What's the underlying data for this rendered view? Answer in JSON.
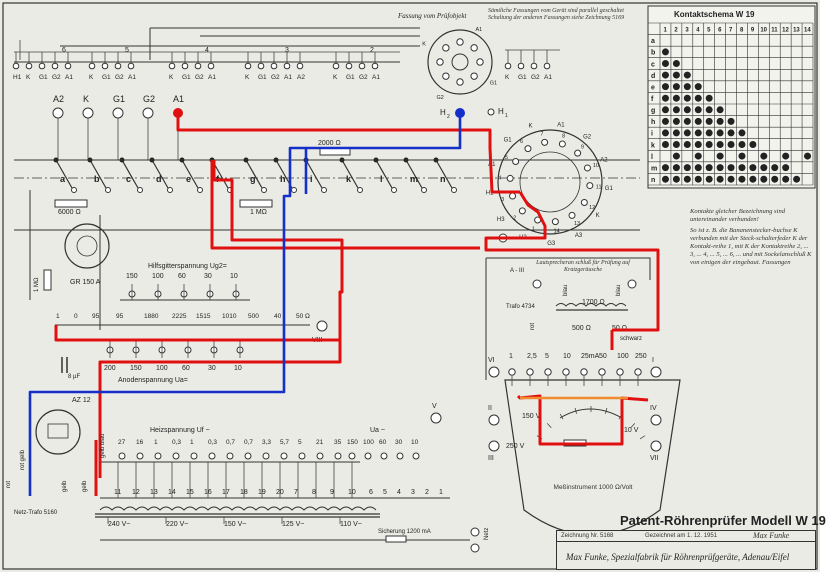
{
  "model_title": "Patent-Röhrenprüfer Modell W 19",
  "maker": "Max Funke, Spezialfabrik für Röhrenprüfgeräte, Adenau/Eifel",
  "drawing_no": "Zeichnung Nr. 5168",
  "drawn": "Gezeichnet am 1. 12. 1951",
  "signature": "Max Funke",
  "fassung_title": "Fassung vom Prüfobjekt",
  "fassung_note": "Sämtliche Fassungen vom Gerät sind parallel geschaltet Schaltung der anderen Fassungen siehe Zeichnung 5169",
  "kontakt": {
    "title": "Kontaktschema W 19",
    "cols": [
      "1",
      "2",
      "3",
      "4",
      "5",
      "6",
      "7",
      "8",
      "9",
      "10",
      "11",
      "12",
      "13",
      "14"
    ],
    "rows": [
      "a",
      "b",
      "c",
      "d",
      "e",
      "f",
      "g",
      "h",
      "i",
      "k",
      "l",
      "m",
      "n"
    ],
    "filled": [
      [
        0,
        0,
        0,
        0,
        0,
        0,
        0,
        0,
        0,
        0,
        0,
        0,
        0,
        0
      ],
      [
        1,
        0,
        0,
        0,
        0,
        0,
        0,
        0,
        0,
        0,
        0,
        0,
        0,
        0
      ],
      [
        1,
        1,
        0,
        0,
        0,
        0,
        0,
        0,
        0,
        0,
        0,
        0,
        0,
        0
      ],
      [
        1,
        1,
        1,
        0,
        0,
        0,
        0,
        0,
        0,
        0,
        0,
        0,
        0,
        0
      ],
      [
        1,
        1,
        1,
        1,
        0,
        0,
        0,
        0,
        0,
        0,
        0,
        0,
        0,
        0
      ],
      [
        1,
        1,
        1,
        1,
        1,
        0,
        0,
        0,
        0,
        0,
        0,
        0,
        0,
        0
      ],
      [
        1,
        1,
        1,
        1,
        1,
        1,
        0,
        0,
        0,
        0,
        0,
        0,
        0,
        0
      ],
      [
        1,
        1,
        1,
        1,
        1,
        1,
        1,
        0,
        0,
        0,
        0,
        0,
        0,
        0
      ],
      [
        1,
        1,
        1,
        1,
        1,
        1,
        1,
        1,
        0,
        0,
        0,
        0,
        0,
        0
      ],
      [
        1,
        1,
        1,
        1,
        1,
        1,
        1,
        1,
        1,
        0,
        0,
        0,
        0,
        0
      ],
      [
        0,
        1,
        0,
        1,
        0,
        1,
        0,
        1,
        0,
        1,
        0,
        1,
        0,
        1
      ],
      [
        1,
        1,
        1,
        1,
        1,
        1,
        1,
        1,
        1,
        1,
        1,
        1,
        0,
        0
      ],
      [
        1,
        1,
        1,
        1,
        1,
        1,
        1,
        1,
        1,
        1,
        1,
        1,
        1,
        0
      ]
    ]
  },
  "note_p1": "Kontakte gleicher Bezeichnung sind untereinander verbunden!",
  "note_p2": "So ist z. B. die Bananenstecker-buchse K verbunden mit der Steck-schalterfeder K der Kontakt-reihe 1, mit K der Kontaktreihe 2, ... 3, ... 4, ... 5, ... 6, ... und mit Sockelanschluß K von einigen der eingebaut. Fassungen",
  "top_groups": [
    {
      "n": "6",
      "pins": [
        "H1",
        "K",
        "G1",
        "G2",
        "A1"
      ]
    },
    {
      "n": "5",
      "pins": [
        "K",
        "G1",
        "G2",
        "A1"
      ]
    },
    {
      "n": "4",
      "pins": [
        "K",
        "G1",
        "G2",
        "A1"
      ]
    },
    {
      "n": "3",
      "pins": [
        "K",
        "G1",
        "G2",
        "A1",
        "A2"
      ]
    },
    {
      "n": "2",
      "pins": [
        "K",
        "G1",
        "G2",
        "A1"
      ]
    },
    {
      "n": "1",
      "pins": [
        "A2",
        "K",
        "G1",
        "G2"
      ]
    }
  ],
  "right_top_pins": [
    "K",
    "G1",
    "G2",
    "A1"
  ],
  "sockets": [
    "A2",
    "K",
    "G1",
    "G2",
    "A1"
  ],
  "switch_letters": [
    "a",
    "b",
    "c",
    "d",
    "e",
    "f",
    "g",
    "h",
    "i",
    "k",
    "l",
    "m",
    "n"
  ],
  "resistors": {
    "r6000": "6000 Ω",
    "r1m": "1 MΩ",
    "r2000": "2000 Ω",
    "r1700": "1700 Ω",
    "r500": "500 Ω",
    "r50": "50 Ω",
    "r50b": "50 Ω",
    "r1m_left": "1 MΩ"
  },
  "gr150": "GR 150 A",
  "hilfsgitter_label": "Hilfsgitterspannung Ug2=",
  "hilfsgitter_values": [
    "150",
    "100",
    "60",
    "30",
    "10"
  ],
  "anoden_top": [
    "1",
    "0",
    "95",
    "95",
    "1880",
    "2225",
    "1515",
    "1010",
    "500",
    "40",
    "50 Ω"
  ],
  "anoden_values": [
    "200",
    "150",
    "100",
    "60",
    "30",
    "10"
  ],
  "anoden_label": "Anodenspannung Ua=",
  "viii": "VIII",
  "cap": "8 µF",
  "az12": "AZ 12",
  "heiz_label": "Heizspannung Uf ~",
  "heiz_values": [
    "27",
    "16",
    "1",
    "0,3",
    "1",
    "0,3",
    "0,7",
    "0,7",
    "3,3",
    "5,7",
    "5",
    "21",
    "35"
  ],
  "heiz_numbers": [
    "11",
    "12",
    "13",
    "14",
    "15",
    "16",
    "17",
    "18",
    "19",
    "20",
    "7",
    "8",
    "9",
    "10"
  ],
  "ua_label": "Ua ~",
  "ua_values": [
    "150",
    "100",
    "60",
    "30",
    "10"
  ],
  "ua_numbers": [
    "6",
    "5",
    "4",
    "3",
    "2",
    "1"
  ],
  "trafo_netz": "Netz-Trafo 5160",
  "mains": [
    "240 V~",
    "220 V~",
    "150 V~",
    "125 V~",
    "110 V~"
  ],
  "sicherung": "Sicherung 1200 mA",
  "netz": "Netz",
  "lautsprecher": "Lautsprecheran schluß für Prüfung auf Kratzgeräusche",
  "a3": "A - III",
  "trafo4734": "Trafo 4734",
  "wire_colors": [
    "blau",
    "rot",
    "blau",
    "schwarz",
    "rot gelb",
    "gelb blau",
    "gelb",
    "gelb"
  ],
  "meter_ranges": [
    "1",
    "2,5",
    "5",
    "10",
    "25mA",
    "50",
    "100",
    "250"
  ],
  "roman": [
    "VI",
    "I",
    "II",
    "III",
    "IV",
    "VII",
    "V"
  ],
  "v150": "150 V",
  "v250": "250 V",
  "v10": "10 V",
  "meter_label": "Meßinstrument 1000 Ω/Volt",
  "pins_small": [
    "H1",
    "H2",
    "H3",
    "A1",
    "A2",
    "A3",
    "G1",
    "G2",
    "G3",
    "K",
    "13",
    "11",
    "12",
    "10",
    "9",
    "8",
    "7",
    "6",
    "5",
    "4",
    "3",
    "2",
    "1"
  ],
  "colors": {
    "red": "#e01010",
    "blue": "#1530c8",
    "orange": "#f08c30",
    "paper": "#ebebe5"
  }
}
